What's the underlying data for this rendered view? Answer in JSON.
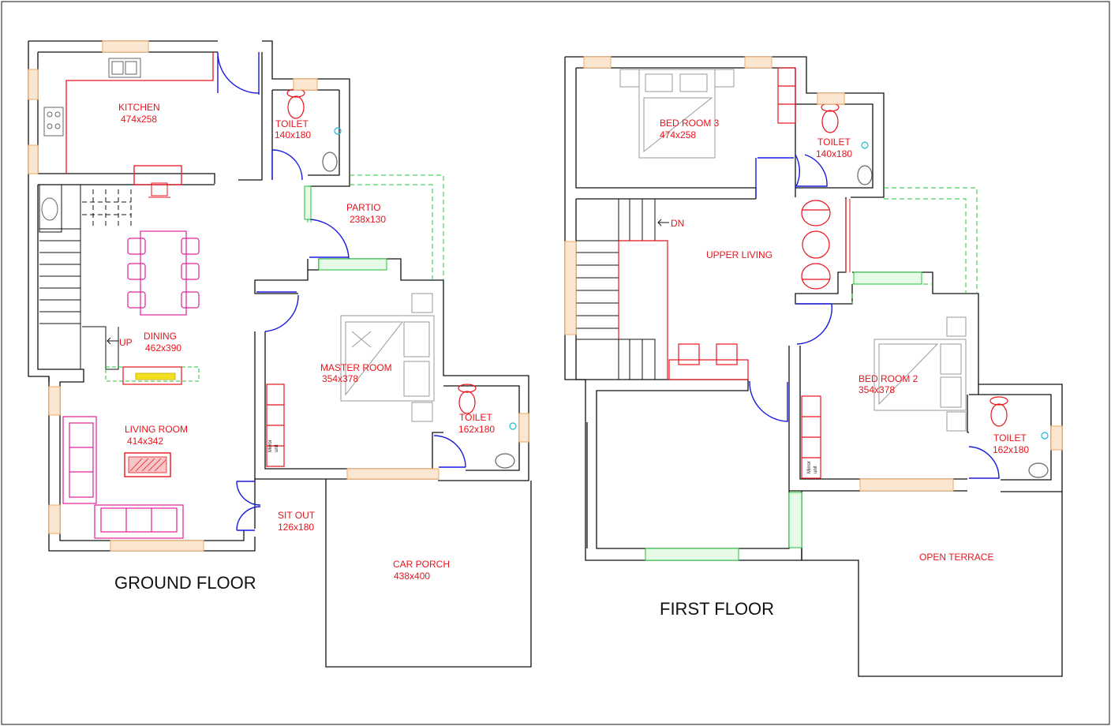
{
  "titles": {
    "ground_floor": "GROUND FLOOR",
    "first_floor": "FIRST FLOOR"
  },
  "ground_floor": {
    "kitchen": {
      "name": "KITCHEN",
      "size": "474x258"
    },
    "toilet_1": {
      "name": "TOILET",
      "size": "140x180"
    },
    "partio": {
      "name": "PARTIO",
      "size": "238x130"
    },
    "dining": {
      "name": "DINING",
      "size": "462x390"
    },
    "up": "UP",
    "master_room": {
      "name": "MASTER ROOM",
      "size": "354x378"
    },
    "toilet_2": {
      "name": "TOILET",
      "size": "162x180"
    },
    "living_room": {
      "name": "LIVING ROOM",
      "size": "414x342"
    },
    "sit_out": {
      "name": "SIT OUT",
      "size": "126x180"
    },
    "car_porch": {
      "name": "CAR PORCH",
      "size": "438x400"
    },
    "mirror_unit": [
      "Mirror",
      "unit"
    ]
  },
  "first_floor": {
    "bed_room_3": {
      "name": "BED ROOM 3",
      "size": "474x258"
    },
    "toilet_1": {
      "name": "TOILET",
      "size": "140x180"
    },
    "dn": "DN",
    "upper_living": "UPPER LIVING",
    "bed_room_2": {
      "name": "BED ROOM 2",
      "size": "354x378"
    },
    "toilet_2": {
      "name": "TOILET",
      "size": "162x180"
    },
    "open_terrace": "OPEN TERRACE",
    "mirror_unit": [
      "Mirror",
      "unit"
    ]
  },
  "colors": {
    "wall": "#111111",
    "label": "#e8141c",
    "door": "#1a1adc",
    "window": "#f0a860",
    "furniture_red": "#e8141c",
    "furniture_magenta": "#e0209a",
    "dashed": "#22c33a",
    "fixture": "#888888",
    "cyan": "#1cb8d8"
  }
}
